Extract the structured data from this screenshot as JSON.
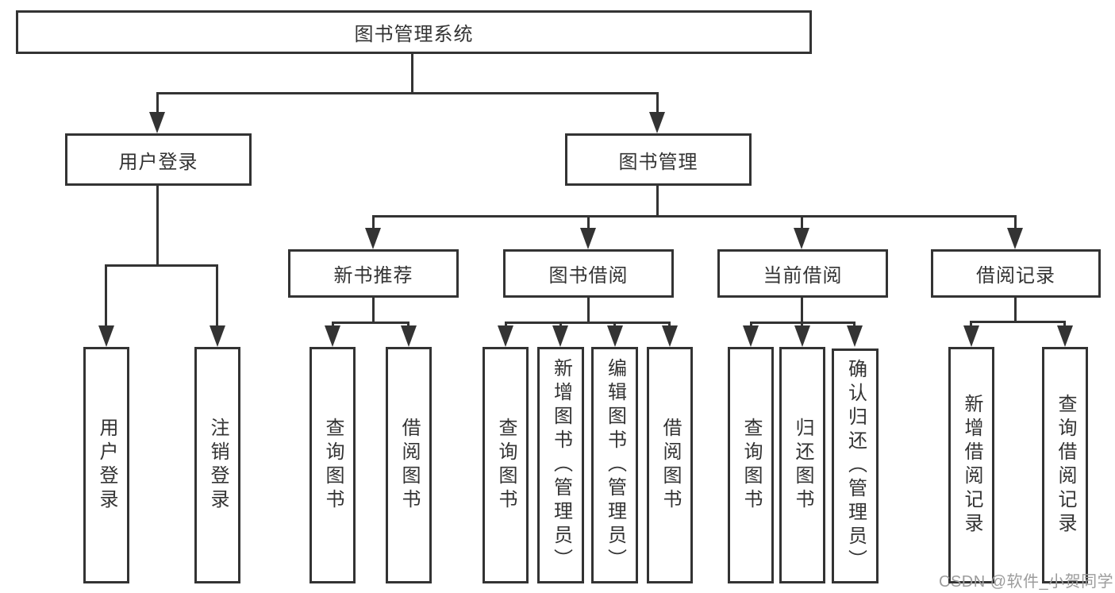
{
  "tree": {
    "root": "图书管理系统",
    "l2": [
      {
        "label": "用户登录",
        "children": [
          "用户登录",
          "注销登录"
        ]
      },
      {
        "label": "图书管理"
      }
    ],
    "l3": [
      {
        "label": "新书推荐",
        "children": [
          "查询图书",
          "借阅图书"
        ]
      },
      {
        "label": "图书借阅",
        "children": [
          "查询图书",
          "新增图书（管理员）",
          "编辑图书（管理员）",
          "借阅图书"
        ]
      },
      {
        "label": "当前借阅",
        "children": [
          "查询图书",
          "归还图书",
          "确认归还（管理员）"
        ]
      },
      {
        "label": "借阅记录",
        "children": [
          "新增借阅记录",
          "查询借阅记录"
        ]
      }
    ]
  },
  "watermark": "CSDN @软件_小贺同学",
  "colors": {
    "line": "#333333",
    "text": "#333333",
    "watermark": "#9c9c9c",
    "background": "#ffffff"
  }
}
